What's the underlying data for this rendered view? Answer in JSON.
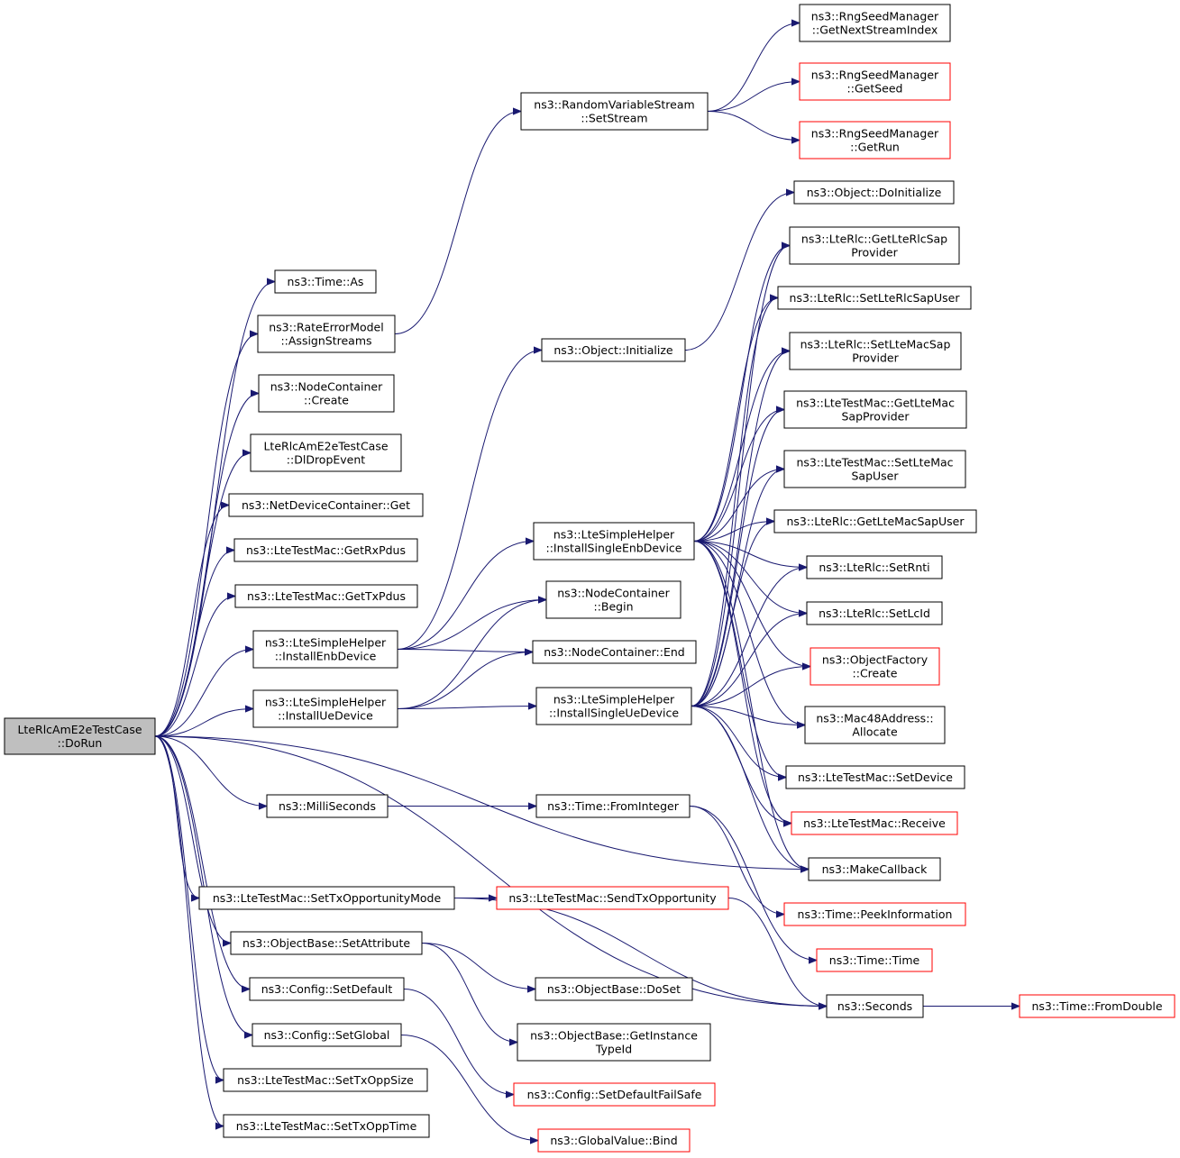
{
  "colors": {
    "edge": "#191970",
    "box_border": "#000000",
    "box_border_truncated": "#ff0000",
    "root_fill": "#bfbfbf",
    "background": "#ffffff"
  },
  "nodes": {
    "root": {
      "lines": [
        "LteRlcAmE2eTestCase",
        "::DoRun"
      ],
      "root": true
    },
    "time_as": {
      "lines": [
        "ns3::Time::As"
      ]
    },
    "rate_err": {
      "lines": [
        "ns3::RateErrorModel",
        "::AssignStreams"
      ]
    },
    "nodecont_create": {
      "lines": [
        "ns3::NodeContainer",
        "::Create"
      ]
    },
    "dldrop": {
      "lines": [
        "LteRlcAmE2eTestCase",
        "::DlDropEvent"
      ]
    },
    "netdev_get": {
      "lines": [
        "ns3::NetDeviceContainer::Get"
      ]
    },
    "getrxpdus": {
      "lines": [
        "ns3::LteTestMac::GetRxPdus"
      ]
    },
    "gettxpdus": {
      "lines": [
        "ns3::LteTestMac::GetTxPdus"
      ]
    },
    "install_enb": {
      "lines": [
        "ns3::LteSimpleHelper",
        "::InstallEnbDevice"
      ]
    },
    "install_ue": {
      "lines": [
        "ns3::LteSimpleHelper",
        "::InstallUeDevice"
      ]
    },
    "milliseconds": {
      "lines": [
        "ns3::MilliSeconds"
      ]
    },
    "settxoppmode": {
      "lines": [
        "ns3::LteTestMac::SetTxOpportunityMode"
      ]
    },
    "objbase_setattr": {
      "lines": [
        "ns3::ObjectBase::SetAttribute"
      ]
    },
    "config_setdefault": {
      "lines": [
        "ns3::Config::SetDefault"
      ]
    },
    "config_setglobal": {
      "lines": [
        "ns3::Config::SetGlobal"
      ]
    },
    "settxoppsize": {
      "lines": [
        "ns3::LteTestMac::SetTxOppSize"
      ]
    },
    "settxopptime": {
      "lines": [
        "ns3::LteTestMac::SetTxOppTime"
      ]
    },
    "rvs_setstream": {
      "lines": [
        "ns3::RandomVariableStream",
        "::SetStream"
      ]
    },
    "obj_initialize": {
      "lines": [
        "ns3::Object::Initialize"
      ]
    },
    "install_single_enb": {
      "lines": [
        "ns3::LteSimpleHelper",
        "::InstallSingleEnbDevice"
      ]
    },
    "nodecont_begin": {
      "lines": [
        "ns3::NodeContainer",
        "::Begin"
      ]
    },
    "nodecont_end": {
      "lines": [
        "ns3::NodeContainer::End"
      ]
    },
    "install_single_ue": {
      "lines": [
        "ns3::LteSimpleHelper",
        "::InstallSingleUeDevice"
      ]
    },
    "time_frominteger": {
      "lines": [
        "ns3::Time::FromInteger"
      ]
    },
    "sendtxopp": {
      "lines": [
        "ns3::LteTestMac::SendTxOpportunity"
      ],
      "truncated": true
    },
    "objbase_doset": {
      "lines": [
        "ns3::ObjectBase::DoSet"
      ]
    },
    "objbase_getinst": {
      "lines": [
        "ns3::ObjectBase::GetInstance",
        "TypeId"
      ]
    },
    "config_failsafe": {
      "lines": [
        "ns3::Config::SetDefaultFailSafe"
      ],
      "truncated": true
    },
    "globalvalue_bind": {
      "lines": [
        "ns3::GlobalValue::Bind"
      ],
      "truncated": true
    },
    "rng_nextstream": {
      "lines": [
        "ns3::RngSeedManager",
        "::GetNextStreamIndex"
      ]
    },
    "rng_getseed": {
      "lines": [
        "ns3::RngSeedManager",
        "::GetSeed"
      ],
      "truncated": true
    },
    "rng_getrun": {
      "lines": [
        "ns3::RngSeedManager",
        "::GetRun"
      ],
      "truncated": true
    },
    "obj_doinit": {
      "lines": [
        "ns3::Object::DoInitialize"
      ]
    },
    "rlc_getsapprov": {
      "lines": [
        "ns3::LteRlc::GetLteRlcSap",
        "Provider"
      ]
    },
    "rlc_setsapuser": {
      "lines": [
        "ns3::LteRlc::SetLteRlcSapUser"
      ]
    },
    "rlc_setmacsapprov": {
      "lines": [
        "ns3::LteRlc::SetLteMacSap",
        "Provider"
      ]
    },
    "mac_getsapprov": {
      "lines": [
        "ns3::LteTestMac::GetLteMac",
        "SapProvider"
      ]
    },
    "mac_setsapuser": {
      "lines": [
        "ns3::LteTestMac::SetLteMac",
        "SapUser"
      ]
    },
    "rlc_getmacsapuser": {
      "lines": [
        "ns3::LteRlc::GetLteMacSapUser"
      ]
    },
    "rlc_setrnti": {
      "lines": [
        "ns3::LteRlc::SetRnti"
      ]
    },
    "rlc_setlcid": {
      "lines": [
        "ns3::LteRlc::SetLcId"
      ]
    },
    "objfactory_create": {
      "lines": [
        "ns3::ObjectFactory",
        "::Create"
      ],
      "truncated": true
    },
    "mac48_allocate": {
      "lines": [
        "ns3::Mac48Address::",
        "Allocate"
      ]
    },
    "mac_setdevice": {
      "lines": [
        "ns3::LteTestMac::SetDevice"
      ]
    },
    "mac_receive": {
      "lines": [
        "ns3::LteTestMac::Receive"
      ],
      "truncated": true
    },
    "makecallback": {
      "lines": [
        "ns3::MakeCallback"
      ]
    },
    "time_peek": {
      "lines": [
        "ns3::Time::PeekInformation"
      ],
      "truncated": true
    },
    "time_time": {
      "lines": [
        "ns3::Time::Time"
      ],
      "truncated": true
    },
    "seconds": {
      "lines": [
        "ns3::Seconds"
      ]
    },
    "time_fromdouble": {
      "lines": [
        "ns3::Time::FromDouble"
      ],
      "truncated": true
    }
  },
  "edges": [
    [
      "root",
      "time_as"
    ],
    [
      "root",
      "rate_err"
    ],
    [
      "root",
      "nodecont_create"
    ],
    [
      "root",
      "dldrop"
    ],
    [
      "root",
      "netdev_get"
    ],
    [
      "root",
      "getrxpdus"
    ],
    [
      "root",
      "gettxpdus"
    ],
    [
      "root",
      "install_enb"
    ],
    [
      "root",
      "install_ue"
    ],
    [
      "root",
      "milliseconds"
    ],
    [
      "root",
      "settxoppmode"
    ],
    [
      "root",
      "objbase_setattr"
    ],
    [
      "root",
      "config_setdefault"
    ],
    [
      "root",
      "config_setglobal"
    ],
    [
      "root",
      "settxoppsize"
    ],
    [
      "root",
      "settxopptime"
    ],
    [
      "root",
      "makecallback"
    ],
    [
      "root",
      "seconds"
    ],
    [
      "rate_err",
      "rvs_setstream"
    ],
    [
      "rvs_setstream",
      "rng_nextstream"
    ],
    [
      "rvs_setstream",
      "rng_getseed"
    ],
    [
      "rvs_setstream",
      "rng_getrun"
    ],
    [
      "install_enb",
      "obj_initialize"
    ],
    [
      "install_enb",
      "install_single_enb"
    ],
    [
      "install_enb",
      "nodecont_begin"
    ],
    [
      "install_enb",
      "nodecont_end"
    ],
    [
      "install_ue",
      "nodecont_begin"
    ],
    [
      "install_ue",
      "nodecont_end"
    ],
    [
      "install_ue",
      "install_single_ue"
    ],
    [
      "obj_initialize",
      "obj_doinit"
    ],
    [
      "install_single_enb",
      "rlc_getsapprov"
    ],
    [
      "install_single_enb",
      "rlc_setsapuser"
    ],
    [
      "install_single_enb",
      "rlc_setmacsapprov"
    ],
    [
      "install_single_enb",
      "mac_getsapprov"
    ],
    [
      "install_single_enb",
      "mac_setsapuser"
    ],
    [
      "install_single_enb",
      "rlc_getmacsapuser"
    ],
    [
      "install_single_enb",
      "rlc_setrnti"
    ],
    [
      "install_single_enb",
      "rlc_setlcid"
    ],
    [
      "install_single_enb",
      "objfactory_create"
    ],
    [
      "install_single_enb",
      "mac48_allocate"
    ],
    [
      "install_single_enb",
      "mac_setdevice"
    ],
    [
      "install_single_enb",
      "mac_receive"
    ],
    [
      "install_single_enb",
      "makecallback"
    ],
    [
      "install_single_ue",
      "rlc_getsapprov"
    ],
    [
      "install_single_ue",
      "rlc_setsapuser"
    ],
    [
      "install_single_ue",
      "rlc_setmacsapprov"
    ],
    [
      "install_single_ue",
      "mac_getsapprov"
    ],
    [
      "install_single_ue",
      "mac_setsapuser"
    ],
    [
      "install_single_ue",
      "rlc_getmacsapuser"
    ],
    [
      "install_single_ue",
      "rlc_setrnti"
    ],
    [
      "install_single_ue",
      "rlc_setlcid"
    ],
    [
      "install_single_ue",
      "objfactory_create"
    ],
    [
      "install_single_ue",
      "mac48_allocate"
    ],
    [
      "install_single_ue",
      "mac_setdevice"
    ],
    [
      "install_single_ue",
      "mac_receive"
    ],
    [
      "install_single_ue",
      "makecallback"
    ],
    [
      "milliseconds",
      "time_frominteger"
    ],
    [
      "time_frominteger",
      "time_peek"
    ],
    [
      "time_frominteger",
      "time_time"
    ],
    [
      "settxoppmode",
      "sendtxopp"
    ],
    [
      "settxoppmode",
      "seconds"
    ],
    [
      "sendtxopp",
      "seconds"
    ],
    [
      "objbase_setattr",
      "objbase_doset"
    ],
    [
      "objbase_setattr",
      "objbase_getinst"
    ],
    [
      "config_setdefault",
      "config_failsafe"
    ],
    [
      "config_setglobal",
      "globalvalue_bind"
    ],
    [
      "seconds",
      "time_fromdouble"
    ]
  ]
}
